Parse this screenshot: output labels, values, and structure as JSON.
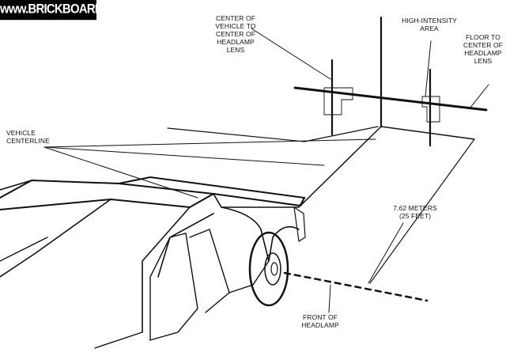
{
  "watermark": "www.BRICKBOARD.com",
  "labels": {
    "center_vehicle": "CENTER OF\nVEHICLE TO\nCENTER OF\nHEADLAMP\nLENS",
    "high_intensity": "HIGH-INTENSITY\nAREA",
    "floor_to_center": "FLOOR TO\nCENTER OF\nHEADLAMP\nLENS",
    "vehicle_centerline": "VEHICLE\nCENTERLINE",
    "distance": "7.62 METERS\n(25 FEET)",
    "front_headlamp": "FRONT OF\nHEADLAMP"
  }
}
